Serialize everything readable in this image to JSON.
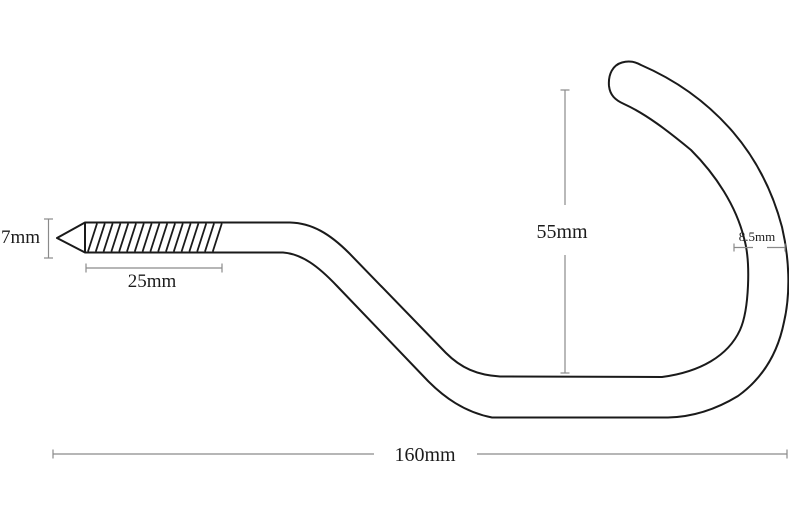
{
  "diagram": {
    "dimensions": {
      "shank_diameter": "7mm",
      "thread_length": "25mm",
      "hook_inner_height": "55mm",
      "bar_thickness": "8.5mm",
      "overall_length": "160mm"
    },
    "colors": {
      "outline": "#1a1a1a",
      "dimension_lines": "#8a8a8a",
      "text": "#1c1c1c",
      "background": "#ffffff"
    }
  }
}
